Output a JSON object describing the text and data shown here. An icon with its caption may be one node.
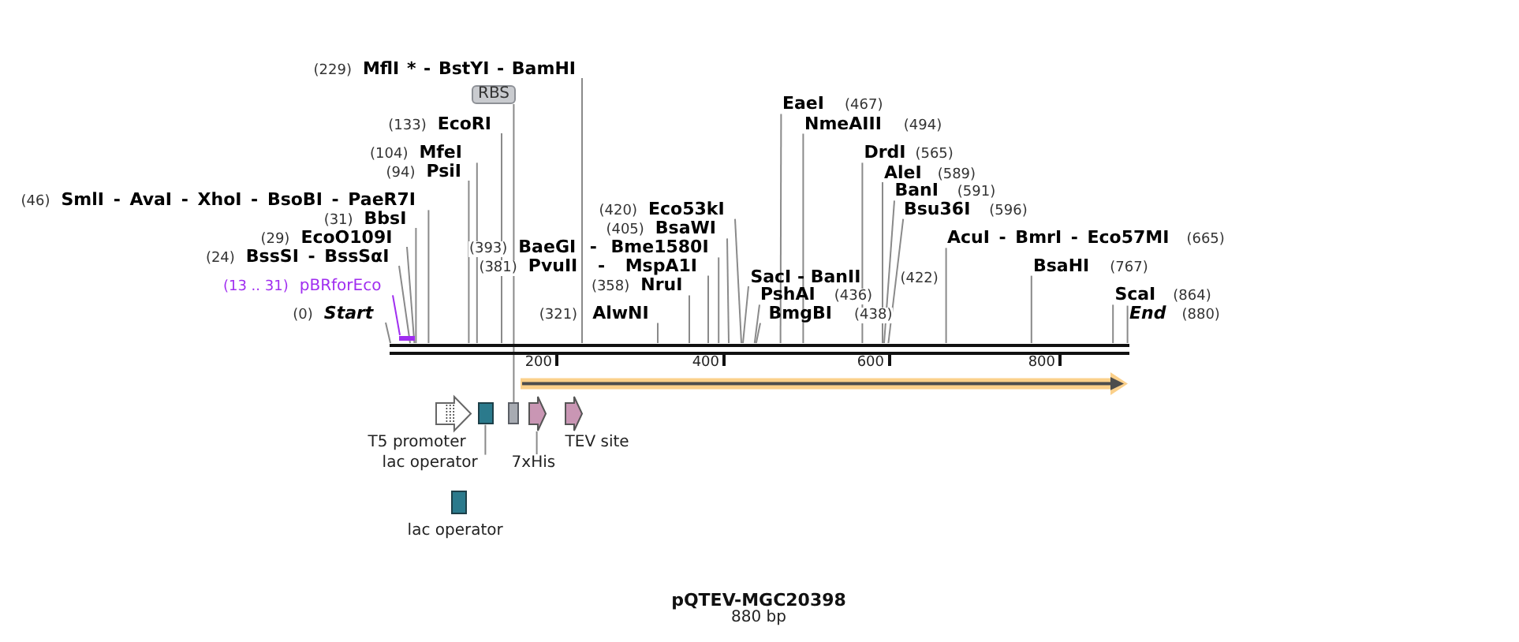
{
  "diagram": {
    "title": "pQTEV-MGC20398",
    "nodes": [
      {
        "text": [
          "(229)",
          "MflI * - BstYI - BamHI"
        ]
      },
      {
        "text": [
          "RBS"
        ]
      },
      {
        "text": [
          "EaeI",
          "(467)"
        ]
      },
      {
        "text": [
          "(133)",
          "EcoRI"
        ]
      },
      {
        "text": [
          "NmeAIII",
          "(494)"
        ]
      },
      {
        "text": [
          "(104)",
          "MfeI"
        ]
      },
      {
        "text": [
          "DrdI",
          "(565)"
        ]
      },
      {
        "text": [
          "(94)",
          "PsiI"
        ]
      },
      {
        "text": [
          "AleI",
          "(589)"
        ]
      },
      {
        "text": [
          "BanI",
          "(591)"
        ]
      },
      {
        "text": [
          "(46)",
          "SmlI - AvaI - XhoI - BsoBI - PaeR7I"
        ]
      },
      {
        "text": [
          "(420)",
          "Eco53kI"
        ]
      },
      {
        "text": [
          "Bsu36I",
          "(596)"
        ]
      },
      {
        "text": [
          "(31)",
          "BbsI"
        ]
      },
      {
        "text": [
          "(405)",
          "BsaWI"
        ]
      },
      {
        "text": [
          "(29)",
          "EcoO109I"
        ]
      },
      {
        "text": [
          "AcuI - BmrI - Eco57MI",
          "(665)"
        ]
      },
      {
        "text": [
          "(393)",
          "BaeGI - Bme1580I"
        ]
      },
      {
        "text": [
          "(24)",
          "BssSI - BssSαI"
        ]
      },
      {
        "text": [
          "(381)",
          "PvuII - MspA1I"
        ]
      },
      {
        "text": [
          "BsaHI",
          "(767)"
        ]
      },
      {
        "text": [
          "SacI - BanII",
          "(422)"
        ]
      },
      {
        "text": [
          "(13 .. 31)",
          "pBRforEco"
        ]
      },
      {
        "text": [
          "(358)",
          "NruI"
        ]
      },
      {
        "text": [
          "PshAI",
          "(436)"
        ]
      },
      {
        "text": [
          "ScaI",
          "(864)"
        ]
      },
      {
        "text": [
          "(0)",
          "Start"
        ]
      },
      {
        "text": [
          "(321)",
          "AlwNI"
        ]
      },
      {
        "text": [
          "BmgBI",
          "(438)"
        ]
      },
      {
        "text": [
          "End",
          "(880)"
        ]
      },
      {
        "text": [],
        "shape": "bar"
      },
      {
        "text": [],
        "shape": "bar"
      },
      {
        "text": [],
        "shape": "pentagon",
        "beside": [
          "T5 promoter"
        ]
      },
      {
        "text": [],
        "shape": "box"
      },
      {
        "text": [],
        "shape": "box"
      },
      {
        "text": [],
        "shape": "pentagon"
      },
      {
        "text": [],
        "shape": "pentagon",
        "beside": [
          "TEV site"
        ]
      },
      {
        "text": [
          "lac operator"
        ]
      },
      {
        "text": [
          "7xHis"
        ]
      },
      {
        "text": [],
        "shape": "box",
        "beside": [
          "lac operator"
        ]
      }
    ],
    "edges": [
      {
        "from": 0,
        "to": 31,
        "arrow": "none"
      },
      {
        "from": 1,
        "to": 34,
        "arrow": "none"
      },
      {
        "from": 2,
        "to": 31,
        "arrow": "none"
      },
      {
        "from": 3,
        "to": 31,
        "arrow": "none"
      },
      {
        "from": 4,
        "to": 31,
        "arrow": "none"
      },
      {
        "from": 5,
        "to": 31,
        "arrow": "none"
      },
      {
        "from": 6,
        "to": 31,
        "arrow": "none"
      },
      {
        "from": 7,
        "to": 31,
        "arrow": "none"
      },
      {
        "from": 8,
        "to": 31,
        "arrow": "none"
      },
      {
        "from": 9,
        "to": 31,
        "arrow": "none"
      },
      {
        "from": 10,
        "to": 31,
        "arrow": "none"
      },
      {
        "from": 11,
        "to": 31,
        "arrow": "none"
      },
      {
        "from": 12,
        "to": 31,
        "arrow": "none"
      },
      {
        "from": 13,
        "to": 31,
        "arrow": "none"
      },
      {
        "from": 14,
        "to": 31,
        "arrow": "none"
      },
      {
        "from": 15,
        "to": 31,
        "arrow": "none"
      },
      {
        "from": 16,
        "to": 31,
        "arrow": "none"
      },
      {
        "from": 17,
        "to": 31,
        "arrow": "none"
      },
      {
        "from": 18,
        "to": 31,
        "arrow": "none"
      },
      {
        "from": 19,
        "to": 31,
        "arrow": "none"
      },
      {
        "from": 20,
        "to": 31,
        "arrow": "none"
      },
      {
        "from": 21,
        "to": 31,
        "arrow": "none"
      },
      {
        "from": 22,
        "to": 30,
        "arrow": "none",
        "color": "#a02ef0"
      },
      {
        "from": 23,
        "to": 31,
        "arrow": "none"
      },
      {
        "from": 24,
        "to": 31,
        "arrow": "none"
      },
      {
        "from": 25,
        "to": 31,
        "arrow": "none"
      },
      {
        "from": 26,
        "to": 31,
        "arrow": "none"
      },
      {
        "from": 27,
        "to": 31,
        "arrow": "none"
      },
      {
        "from": 28,
        "to": 31,
        "arrow": "none"
      },
      {
        "from": 29,
        "to": 31,
        "arrow": "none"
      },
      {
        "from": 37,
        "to": 33,
        "arrow": "none"
      },
      {
        "from": 38,
        "to": 35,
        "arrow": "none"
      }
    ],
    "labels": [
      "200",
      "400",
      "600",
      "800",
      "880 bp"
    ]
  }
}
